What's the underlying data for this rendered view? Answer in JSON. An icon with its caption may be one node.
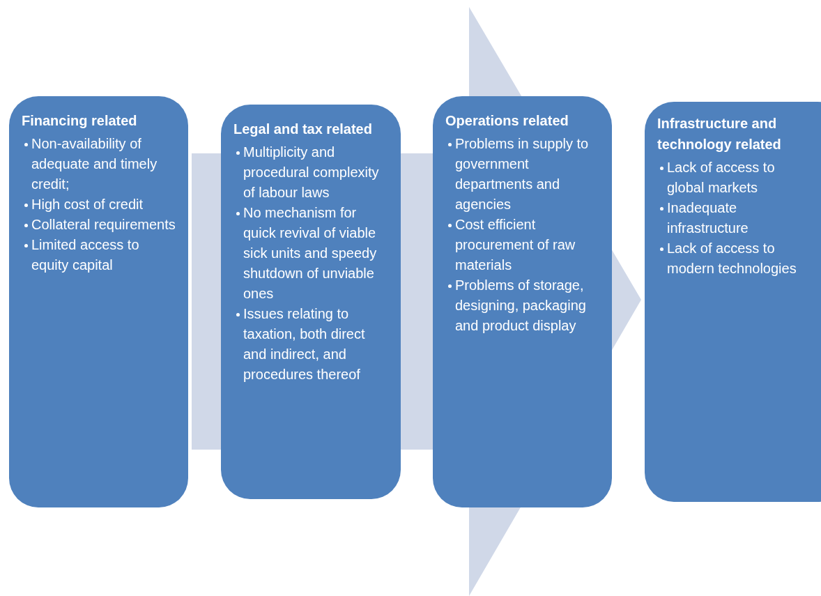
{
  "diagram": {
    "nodes": [
      {
        "text": [
          "Financing related",
          "Non-availability of adequate and timely credit;",
          "High cost of credit",
          "Collateral requirements",
          "Limited access to equity capital"
        ]
      },
      {
        "text": [
          "Legal and tax related",
          "Multiplicity and procedural complexity of labour laws",
          "No mechanism for quick revival of viable sick units and speedy shutdown of unviable ones",
          "Issues relating to taxation, both direct and indirect, and procedures thereof"
        ]
      },
      {
        "text": [
          "Operations related",
          "Problems in supply to government departments and agencies",
          "Cost efficient procurement of raw materials",
          "Problems of storage, designing, packaging and product display"
        ]
      },
      {
        "text": [
          "Infrastructure and technology related",
          "Lack of access to global markets",
          "Inadequate infrastructure",
          "Lack of access to modern technologies"
        ]
      }
    ],
    "edges": [
      {
        "from": 0,
        "to": 3,
        "arrow": "to"
      }
    ]
  }
}
